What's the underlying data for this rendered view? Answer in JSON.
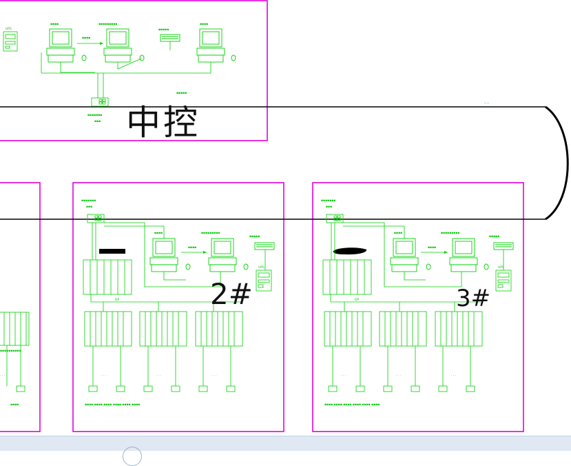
{
  "diagram": {
    "colors": {
      "background": "#ffffff",
      "device": "#00d000",
      "frame": "#e000e0",
      "bus": "#000000",
      "ink": "#000000",
      "statusbar": "#dfe8f3"
    },
    "annotations": {
      "central_control": "中控",
      "unit2": "2#",
      "unit3": "3#"
    },
    "icons": {
      "workstation": "monitor-computer-icon",
      "printer": "printer-icon",
      "ups": "ups-icon",
      "switch": "ethernet-switch-icon",
      "plc_rack": "plc-rack-icon"
    },
    "central": {
      "ups": "UPS"
    },
    "unit2": {
      "ups": "UPS",
      "dp_label": "DP"
    },
    "unit3": {
      "ups": "UPS",
      "dp_label": "DP"
    },
    "left_panel": {
      "ellipsis": "· · ·"
    }
  }
}
